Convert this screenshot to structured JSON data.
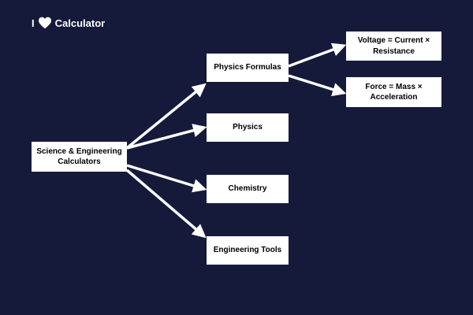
{
  "logo": {
    "prefix": "I",
    "icon": "heart-icon",
    "name": "Calculator"
  },
  "diagram": {
    "root": "Science & Engineering\nCalculators",
    "branches": {
      "physics_formulas": "Physics Formulas",
      "physics": "Physics",
      "chemistry": "Chemistry",
      "engineering_tools": "Engineering Tools"
    },
    "formulas": {
      "voltage": "Voltage = Current ×\nResistance",
      "force": "Force = Mass ×\nAcceleration"
    },
    "edges": [
      [
        "root",
        "physics_formulas"
      ],
      [
        "root",
        "physics"
      ],
      [
        "root",
        "chemistry"
      ],
      [
        "root",
        "engineering_tools"
      ],
      [
        "physics_formulas",
        "voltage"
      ],
      [
        "physics_formulas",
        "force"
      ]
    ]
  },
  "colors": {
    "background": "#161a3a",
    "node": "#ffffff",
    "arrow": "#ffffff",
    "text": "#000000"
  }
}
